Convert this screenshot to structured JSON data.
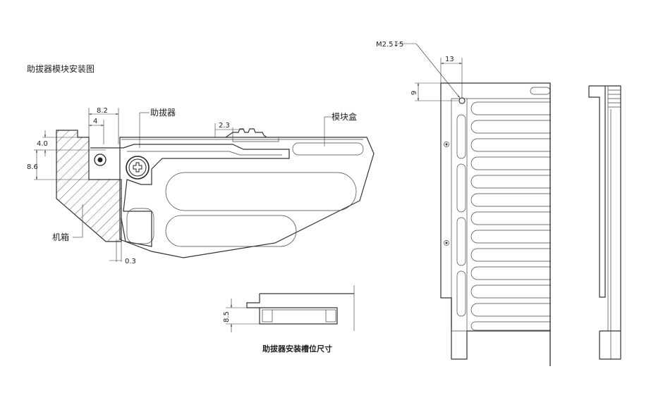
{
  "drawing": {
    "title": "助拔器模块安装图",
    "labels": {
      "ejector": "助拔器",
      "module_box": "模块盒",
      "chassis": "机箱",
      "slot_caption": "助拔器安装槽位尺寸",
      "thread": "M2.5↧5"
    },
    "dimensions": {
      "d_8_2": "8.2",
      "d_4": "4",
      "d_4_0": "4.0",
      "d_8_6": "8.6",
      "d_2_3": "2.3",
      "d_0_3": "0.3",
      "d_8_5": "8.5",
      "d_13": "13",
      "d_9": "9"
    }
  }
}
